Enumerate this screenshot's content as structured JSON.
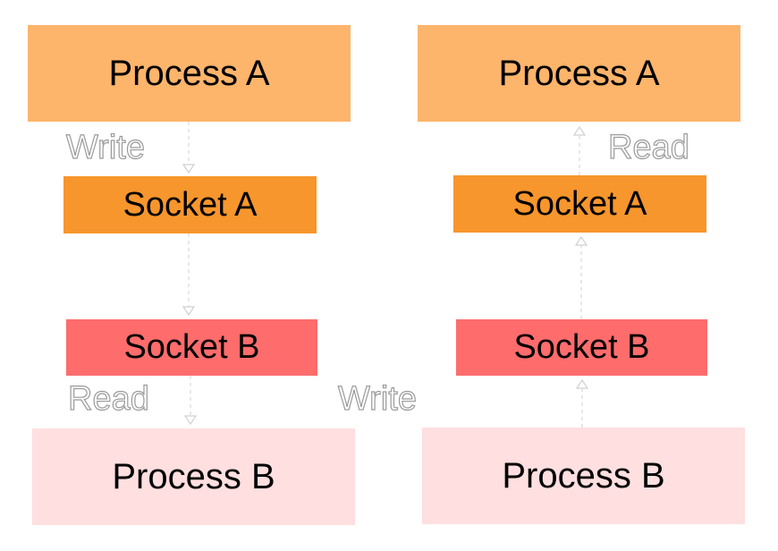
{
  "left": {
    "process_a": "Process A",
    "write_label": "Write",
    "socket_a": "Socket A",
    "socket_b": "Socket B",
    "read_label": "Read",
    "process_b": "Process B"
  },
  "right": {
    "process_a": "Process A",
    "read_label": "Read",
    "socket_a": "Socket A",
    "socket_b": "Socket B",
    "write_label": "Write",
    "process_b": "Process B"
  },
  "colors": {
    "process_a": "#fdb46b",
    "socket_a": "#f7962c",
    "socket_b": "#fe6c6c",
    "process_b": "#ffdfe0"
  }
}
